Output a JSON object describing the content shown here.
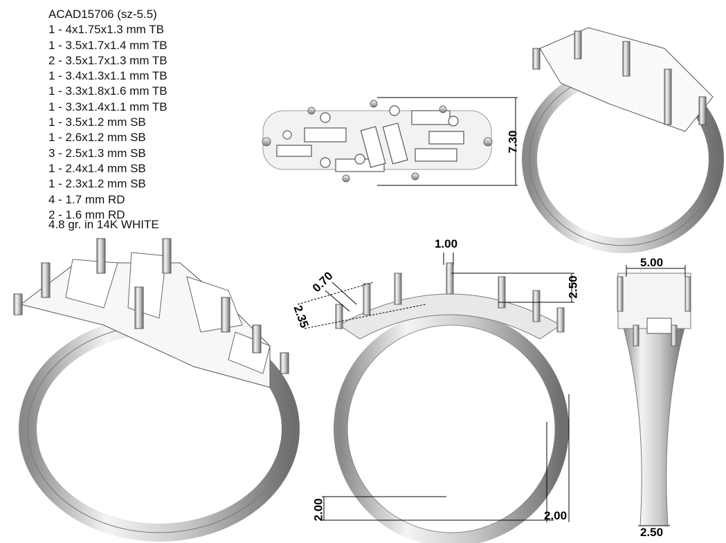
{
  "spec": {
    "title": "ACAD15706 (sz-5.5)",
    "stones": [
      "1 - 4x1.75x1.3 mm TB",
      "1 - 3.5x1.7x1.4 mm TB",
      "2 - 3.5x1.7x1.3 mm TB",
      "1 - 3.4x1.3x1.1 mm TB",
      "1 - 3.3x1.8x1.6 mm TB",
      "1 - 3.3x1.4x1.1 mm TB",
      "1 - 3.5x1.2 mm SB",
      "1 - 2.6x1.2 mm SB",
      "3 - 2.5x1.3 mm SB",
      "1 - 2.4x1.4 mm SB",
      "1 - 2.3x1.2 mm SB",
      "4 - 1.7 mm RD",
      "2 - 1.6 mm RD"
    ],
    "weight": "4.8 gr.  in 14K WHITE"
  },
  "dimensions": {
    "top_width": "7.30",
    "head_gap": "1.00",
    "prong": "0.70",
    "stone_depth": "2.35",
    "head_height": "2.50",
    "shank_bottom_left": "2.00",
    "shank_bottom_right": "2.00",
    "side_top": "5.00",
    "side_bottom": "2.50"
  }
}
